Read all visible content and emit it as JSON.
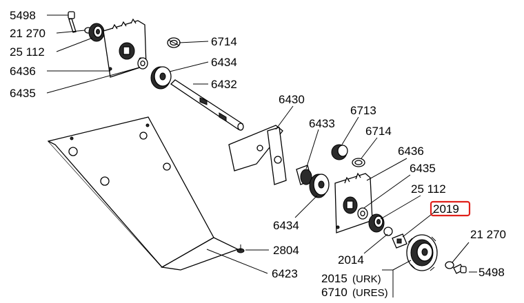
{
  "labels": {
    "l5498_top": "5498",
    "l21270_top": "21 270",
    "l25112_top": "25 112",
    "l6436_top": "6436",
    "l6435_top": "6435",
    "l6714_top": "6714",
    "l6434_top": "6434",
    "l6432": "6432",
    "l6430": "6430",
    "l6713": "6713",
    "l6433": "6433",
    "l6714_mid": "6714",
    "l6436_mid": "6436",
    "l6435_mid": "6435",
    "l25112_mid": "25 112",
    "l2019": "2019",
    "l21270_bot": "21 270",
    "l5498_bot": "5498",
    "l6434_bot": "6434",
    "l2804": "2804",
    "l6423": "6423",
    "l2014": "2014",
    "l2015": "2015",
    "l2015_note": "(URK)",
    "l6710": "6710",
    "l6710_note": "(URES)"
  },
  "highlight": {
    "part": "2019",
    "color": "#e0201a"
  }
}
